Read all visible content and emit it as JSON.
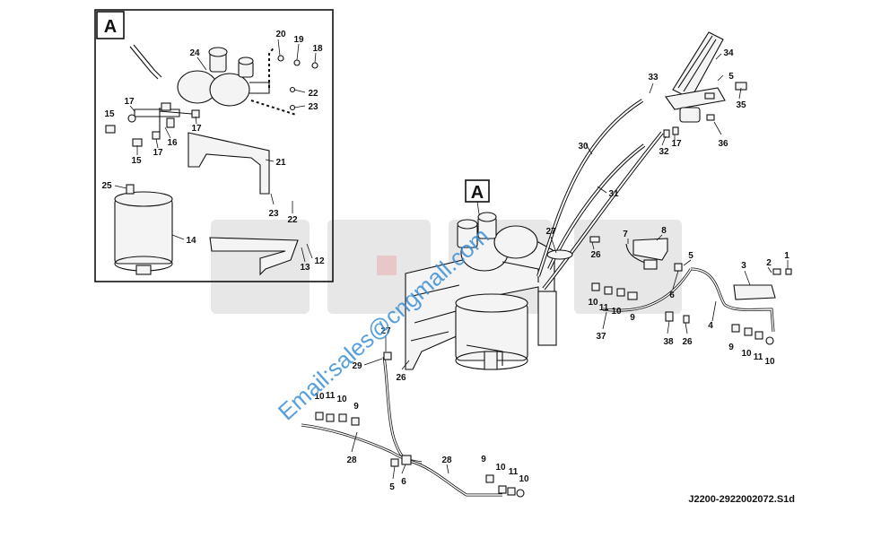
{
  "detail": {
    "letter": "A"
  },
  "callout": {
    "letter": "A"
  },
  "watermark": {
    "email": "Email:sales@cngmall.com"
  },
  "reference_code": "J2200-2922002072.S1d",
  "part_labels": [
    {
      "id": "inset-20",
      "text": "20"
    },
    {
      "id": "inset-19",
      "text": "19"
    },
    {
      "id": "inset-18",
      "text": "18"
    },
    {
      "id": "inset-24",
      "text": "24"
    },
    {
      "id": "inset-22a",
      "text": "22"
    },
    {
      "id": "inset-23a",
      "text": "23"
    },
    {
      "id": "inset-17a",
      "text": "17"
    },
    {
      "id": "inset-15a",
      "text": "15"
    },
    {
      "id": "inset-16",
      "text": "16"
    },
    {
      "id": "inset-17b",
      "text": "17"
    },
    {
      "id": "inset-17c",
      "text": "17"
    },
    {
      "id": "inset-15b",
      "text": "15"
    },
    {
      "id": "inset-21",
      "text": "21"
    },
    {
      "id": "inset-25",
      "text": "25"
    },
    {
      "id": "inset-23b",
      "text": "23"
    },
    {
      "id": "inset-22b",
      "text": "22"
    },
    {
      "id": "inset-14",
      "text": "14"
    },
    {
      "id": "inset-13",
      "text": "13"
    },
    {
      "id": "inset-12",
      "text": "12"
    },
    {
      "id": "m-34",
      "text": "34"
    },
    {
      "id": "m-33",
      "text": "33"
    },
    {
      "id": "m-5a",
      "text": "5"
    },
    {
      "id": "m-35",
      "text": "35"
    },
    {
      "id": "m-30",
      "text": "30"
    },
    {
      "id": "m-32",
      "text": "32"
    },
    {
      "id": "m-17",
      "text": "17"
    },
    {
      "id": "m-36",
      "text": "36"
    },
    {
      "id": "m-31",
      "text": "31"
    },
    {
      "id": "m-27a",
      "text": "27"
    },
    {
      "id": "m-26a",
      "text": "26"
    },
    {
      "id": "m-7",
      "text": "7"
    },
    {
      "id": "m-8",
      "text": "8"
    },
    {
      "id": "m-5b",
      "text": "5"
    },
    {
      "id": "m-6a",
      "text": "6"
    },
    {
      "id": "m-3",
      "text": "3"
    },
    {
      "id": "m-2",
      "text": "2"
    },
    {
      "id": "m-1",
      "text": "1"
    },
    {
      "id": "m-10a",
      "text": "10"
    },
    {
      "id": "m-11a",
      "text": "11"
    },
    {
      "id": "m-10b",
      "text": "10"
    },
    {
      "id": "m-9a",
      "text": "9"
    },
    {
      "id": "m-4",
      "text": "4"
    },
    {
      "id": "m-37",
      "text": "37"
    },
    {
      "id": "m-38",
      "text": "38"
    },
    {
      "id": "m-26b",
      "text": "26"
    },
    {
      "id": "m-9b",
      "text": "9"
    },
    {
      "id": "m-10c",
      "text": "10"
    },
    {
      "id": "m-11b",
      "text": "11"
    },
    {
      "id": "m-10d",
      "text": "10"
    },
    {
      "id": "m-27b",
      "text": "27"
    },
    {
      "id": "m-29",
      "text": "29"
    },
    {
      "id": "m-26c",
      "text": "26"
    },
    {
      "id": "m-10e",
      "text": "10"
    },
    {
      "id": "m-11c",
      "text": "11"
    },
    {
      "id": "m-10f",
      "text": "10"
    },
    {
      "id": "m-9c",
      "text": "9"
    },
    {
      "id": "m-28a",
      "text": "28"
    },
    {
      "id": "m-28b",
      "text": "28"
    },
    {
      "id": "m-5c",
      "text": "5"
    },
    {
      "id": "m-6b",
      "text": "6"
    },
    {
      "id": "m-9d",
      "text": "9"
    },
    {
      "id": "m-10g",
      "text": "10"
    },
    {
      "id": "m-11d",
      "text": "11"
    },
    {
      "id": "m-10h",
      "text": "10"
    }
  ]
}
